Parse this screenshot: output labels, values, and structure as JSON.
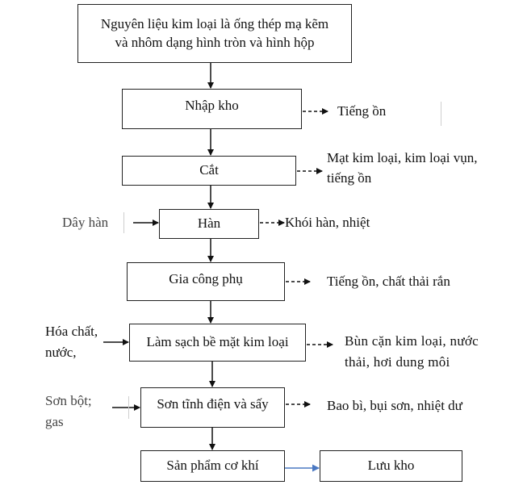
{
  "steps": {
    "raw_material": "Nguyên liệu kim loại là ống thép mạ kẽm\nvà nhôm dạng hình tròn và hình hộp",
    "warehouse_in": "Nhập kho",
    "cutting": "Cắt",
    "welding": "Hàn",
    "finishing": "Gia công phụ",
    "surface_clean": "Làm sạch bề mặt kim loại",
    "painting": "Sơn tĩnh điện và sấy",
    "product": "Sản phẩm cơ khí",
    "storage": "Lưu kho"
  },
  "inputs": {
    "welding_wire": "Dây hàn",
    "chemicals": "Hóa chất,\nnước,",
    "powder_gas": "Sơn bột;\ngas"
  },
  "outputs": {
    "noise_1": "Tiếng ồn",
    "cutting_waste": "Mạt kim loại, kim loại vụn,\ntiếng ồn",
    "weld_fumes": "Khói hàn, nhiệt",
    "finishing_waste": "Tiếng ồn, chất thải rắn",
    "cleaning_waste": "Bùn cặn kim loại, nước\nthải, hơi dung môi",
    "painting_waste": "Bao bì, bụi sơn, nhiệt dư"
  }
}
